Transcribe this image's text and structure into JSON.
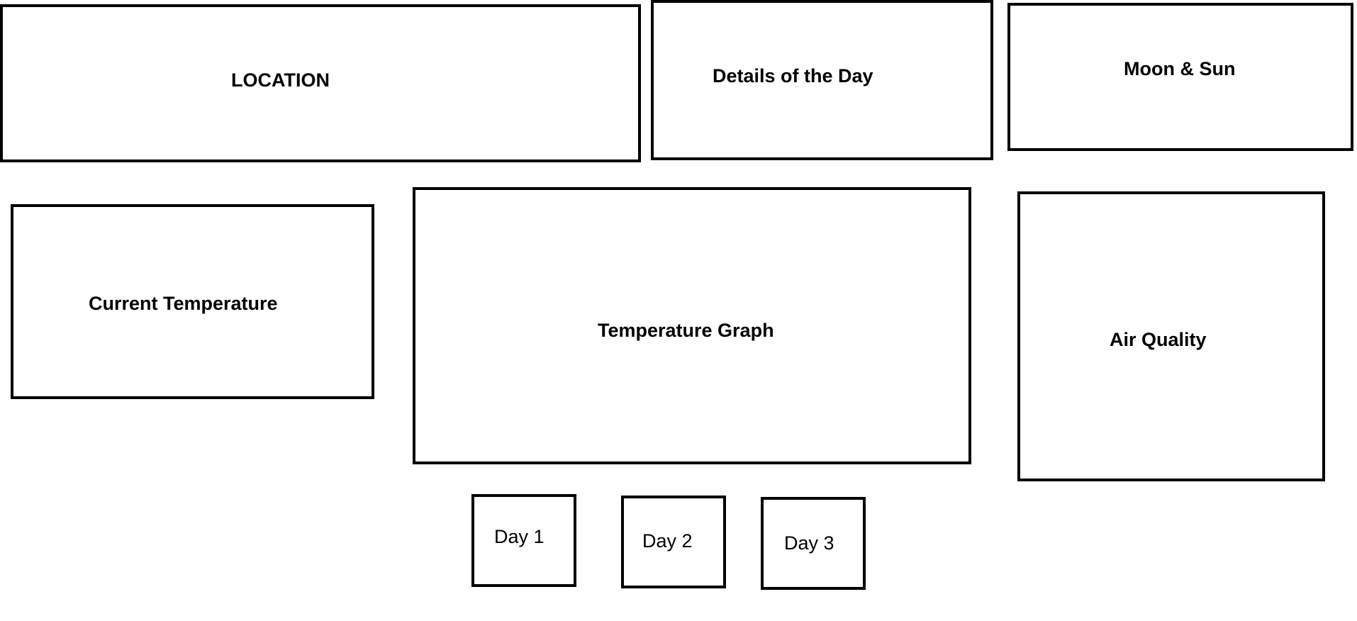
{
  "boxes": {
    "location": "LOCATION",
    "details": "Details of the Day",
    "moon_sun": "Moon & Sun",
    "current_temperature": "Current Temperature",
    "temperature_graph": "Temperature Graph",
    "air_quality": "Air Quality"
  },
  "days": [
    "Day 1",
    "Day 2",
    "Day 3"
  ],
  "colors": {
    "stroke": "#000000",
    "background": "#ffffff"
  }
}
